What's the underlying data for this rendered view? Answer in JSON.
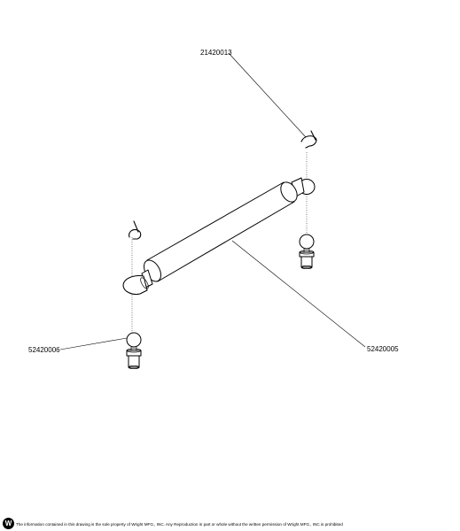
{
  "parts": {
    "clip_top": "21420013",
    "ball_stud": "52420006",
    "gas_spring": "52420005"
  },
  "footer": {
    "logo_text": "W",
    "disclaimer": "The information contained in this drawing is the sole property of Wright MFG., INC. Any Reproduction in part or whole without the written permission of Wright MFG., INC is prohibited"
  }
}
